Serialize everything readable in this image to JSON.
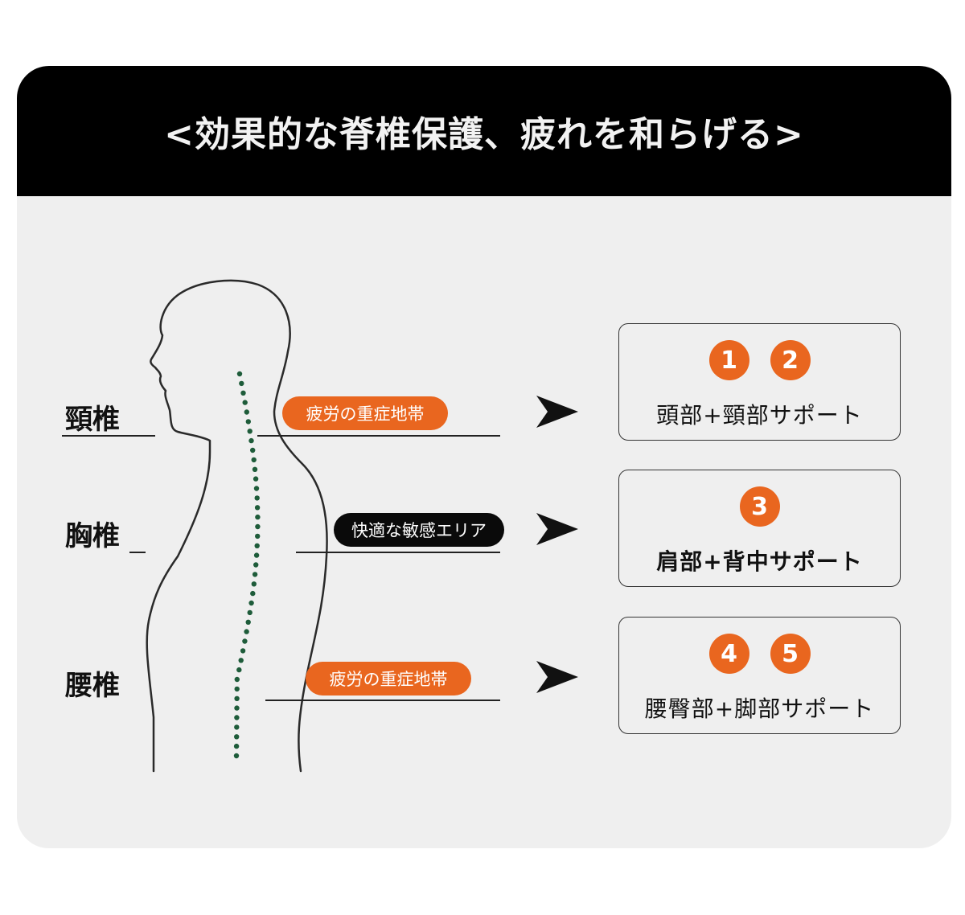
{
  "title": "<効果的な脊椎保護、疲れを和らげる>",
  "regions": [
    {
      "label": "頸椎",
      "tag": "疲労の重症地帯",
      "tag_style": "orange",
      "badges": [
        "1",
        "2"
      ],
      "support": "頭部+頸部サポート"
    },
    {
      "label": "胸椎",
      "tag": "快適な敏感エリア",
      "tag_style": "black",
      "badges": [
        "3"
      ],
      "support": "肩部+背中サポート"
    },
    {
      "label": "腰椎",
      "tag": "疲労の重症地帯",
      "tag_style": "orange",
      "badges": [
        "4",
        "5"
      ],
      "support": "腰臀部+脚部サポート"
    }
  ],
  "colors": {
    "accent": "#e9661f",
    "header_bg": "#000000",
    "panel_bg": "#efefef",
    "spine_dots": "#1e5c3a"
  },
  "icons": {
    "arrow": "arrowhead-right-icon",
    "figure": "human-silhouette-icon"
  }
}
